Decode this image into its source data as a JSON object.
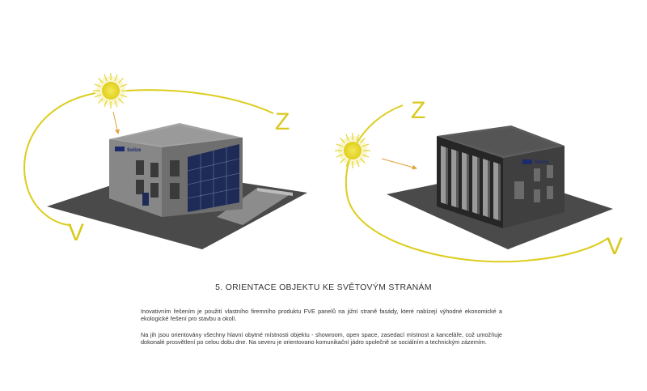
{
  "labels": {
    "left": {
      "south": "Z",
      "north": "V"
    },
    "right": {
      "south": "Z",
      "north": "V"
    }
  },
  "logo": {
    "word": "Solize",
    "mark": "SRG"
  },
  "colors": {
    "sun": "#e6d62a",
    "orbit": "#dccd1e",
    "ground": "#4a4a4a",
    "wall_light": "#858585",
    "wall_dark": "#4e4e4e",
    "glass": "#1e2b57",
    "facade_dark": "#262626"
  },
  "title": "5. ORIENTACE OBJEKTU KE SVĚTOVÝM STRANÁM",
  "paragraphs": [
    "Inovativním řešením je použití vlastního firemního produktu FVE panelů na jižní straně fasády, které nabízejí výhodné ekonomické a ekologické řešení pro stavbu a okolí.",
    "Na jih jsou orientovány všechny hlavní obytné místnosti objektu - showroom, open space, zasedací místnost a kanceláře, což umožňuje dokonalé prosvětlení po celou dobu dne. Na severu je orientovano komunikační jádro společně se sociálním a technickým zázemím."
  ]
}
